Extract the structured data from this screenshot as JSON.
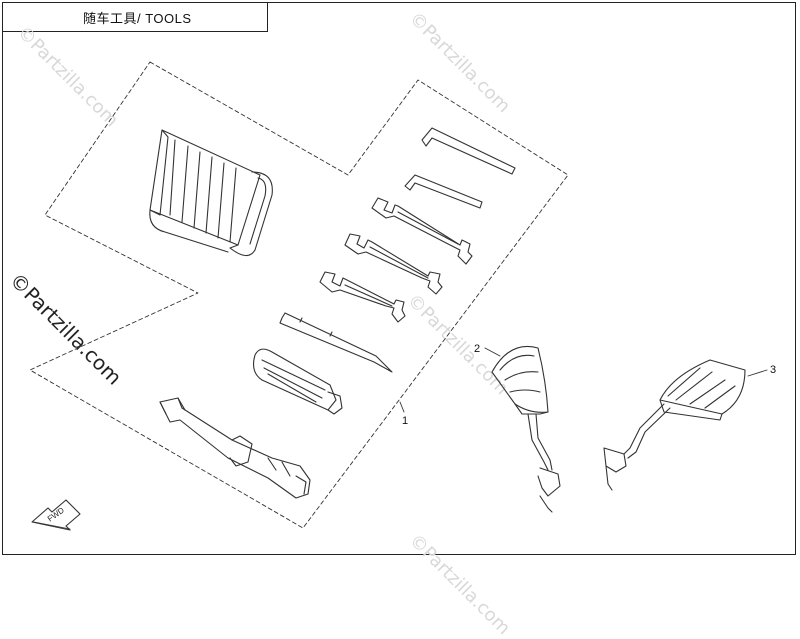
{
  "title": "随车工具/ TOOLS",
  "watermarks": [
    "©Partzilla.com",
    "©Partzilla.com",
    "©Partzilla.com",
    "©Partzilla.com",
    "©Partzilla.com"
  ],
  "callouts": [
    {
      "label": "1",
      "name": "tool-kit"
    },
    {
      "label": "2",
      "name": "left-mirror"
    },
    {
      "label": "3",
      "name": "right-mirror"
    }
  ],
  "fwd_label": "FWD",
  "line_color": "#333333",
  "watermark_color": "#d8d8d8"
}
